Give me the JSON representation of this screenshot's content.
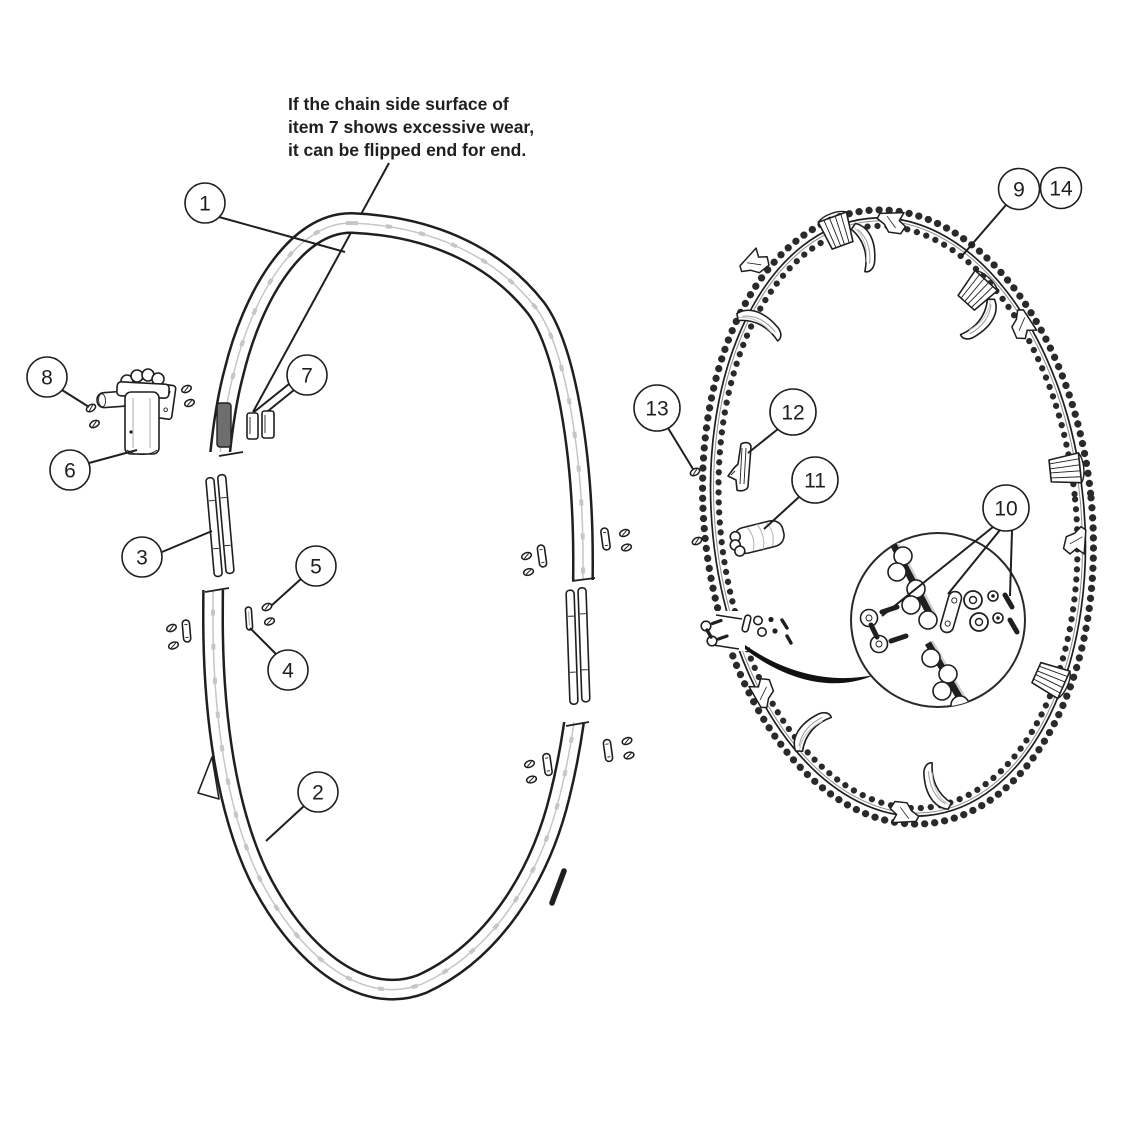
{
  "note": {
    "lines": [
      "If the chain side surface of",
      "item 7 shows excessive wear,",
      "it can be flipped end for end."
    ]
  },
  "callouts": [
    {
      "label": "1"
    },
    {
      "label": "2"
    },
    {
      "label": "3"
    },
    {
      "label": "4"
    },
    {
      "label": "5"
    },
    {
      "label": "6"
    },
    {
      "label": "7"
    },
    {
      "label": "8"
    },
    {
      "label": "9"
    },
    {
      "label": "10"
    },
    {
      "label": "11"
    },
    {
      "label": "12"
    },
    {
      "label": "13"
    },
    {
      "label": "14"
    }
  ],
  "colors": {
    "background": "#ffffff",
    "line": "#1f1f1f",
    "detail_gray": "#b9b9b9"
  }
}
